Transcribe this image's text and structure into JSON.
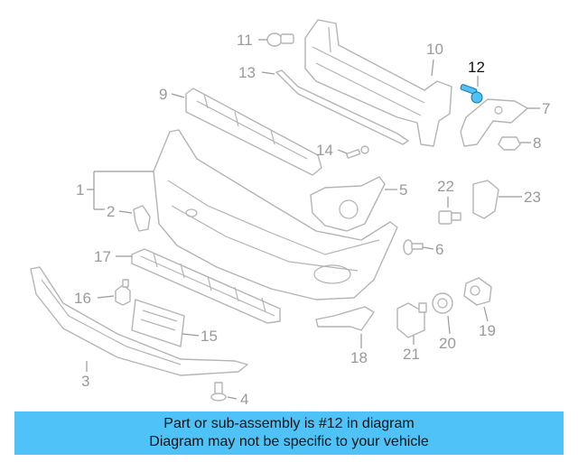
{
  "diagram": {
    "highlight_color": "#4fc3f7",
    "callouts": [
      "1",
      "2",
      "3",
      "4",
      "5",
      "6",
      "7",
      "8",
      "9",
      "10",
      "11",
      "12",
      "13",
      "14",
      "15",
      "16",
      "17",
      "18",
      "19",
      "20",
      "21",
      "22",
      "23"
    ],
    "highlighted_part": "12"
  },
  "banner": {
    "line1": "Part or sub-assembly is #12 in diagram",
    "line2": "Diagram may not be specific to your vehicle",
    "background": "#4fc3f7"
  }
}
